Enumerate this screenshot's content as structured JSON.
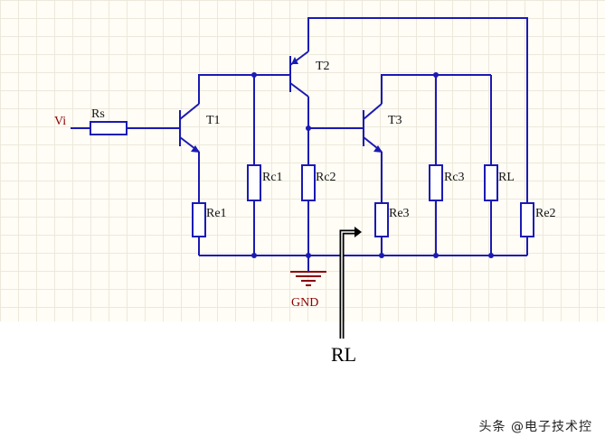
{
  "labels": {
    "vi": "Vi",
    "rs": "Rs",
    "t1": "T1",
    "t2": "T2",
    "t3": "T3",
    "rc1": "Rc1",
    "rc2": "Rc2",
    "rc3": "Rc3",
    "re1": "Re1",
    "re2": "Re2",
    "re3": "Re3",
    "rl_resistor": "RL",
    "gnd": "GND"
  },
  "annotation": "RL",
  "watermark": "头条 @电子技术控",
  "colors": {
    "wire": "#1a1ab4",
    "port_label": "#8b0000",
    "grid": "#ece8dc",
    "sheet": "#fffdf5"
  }
}
